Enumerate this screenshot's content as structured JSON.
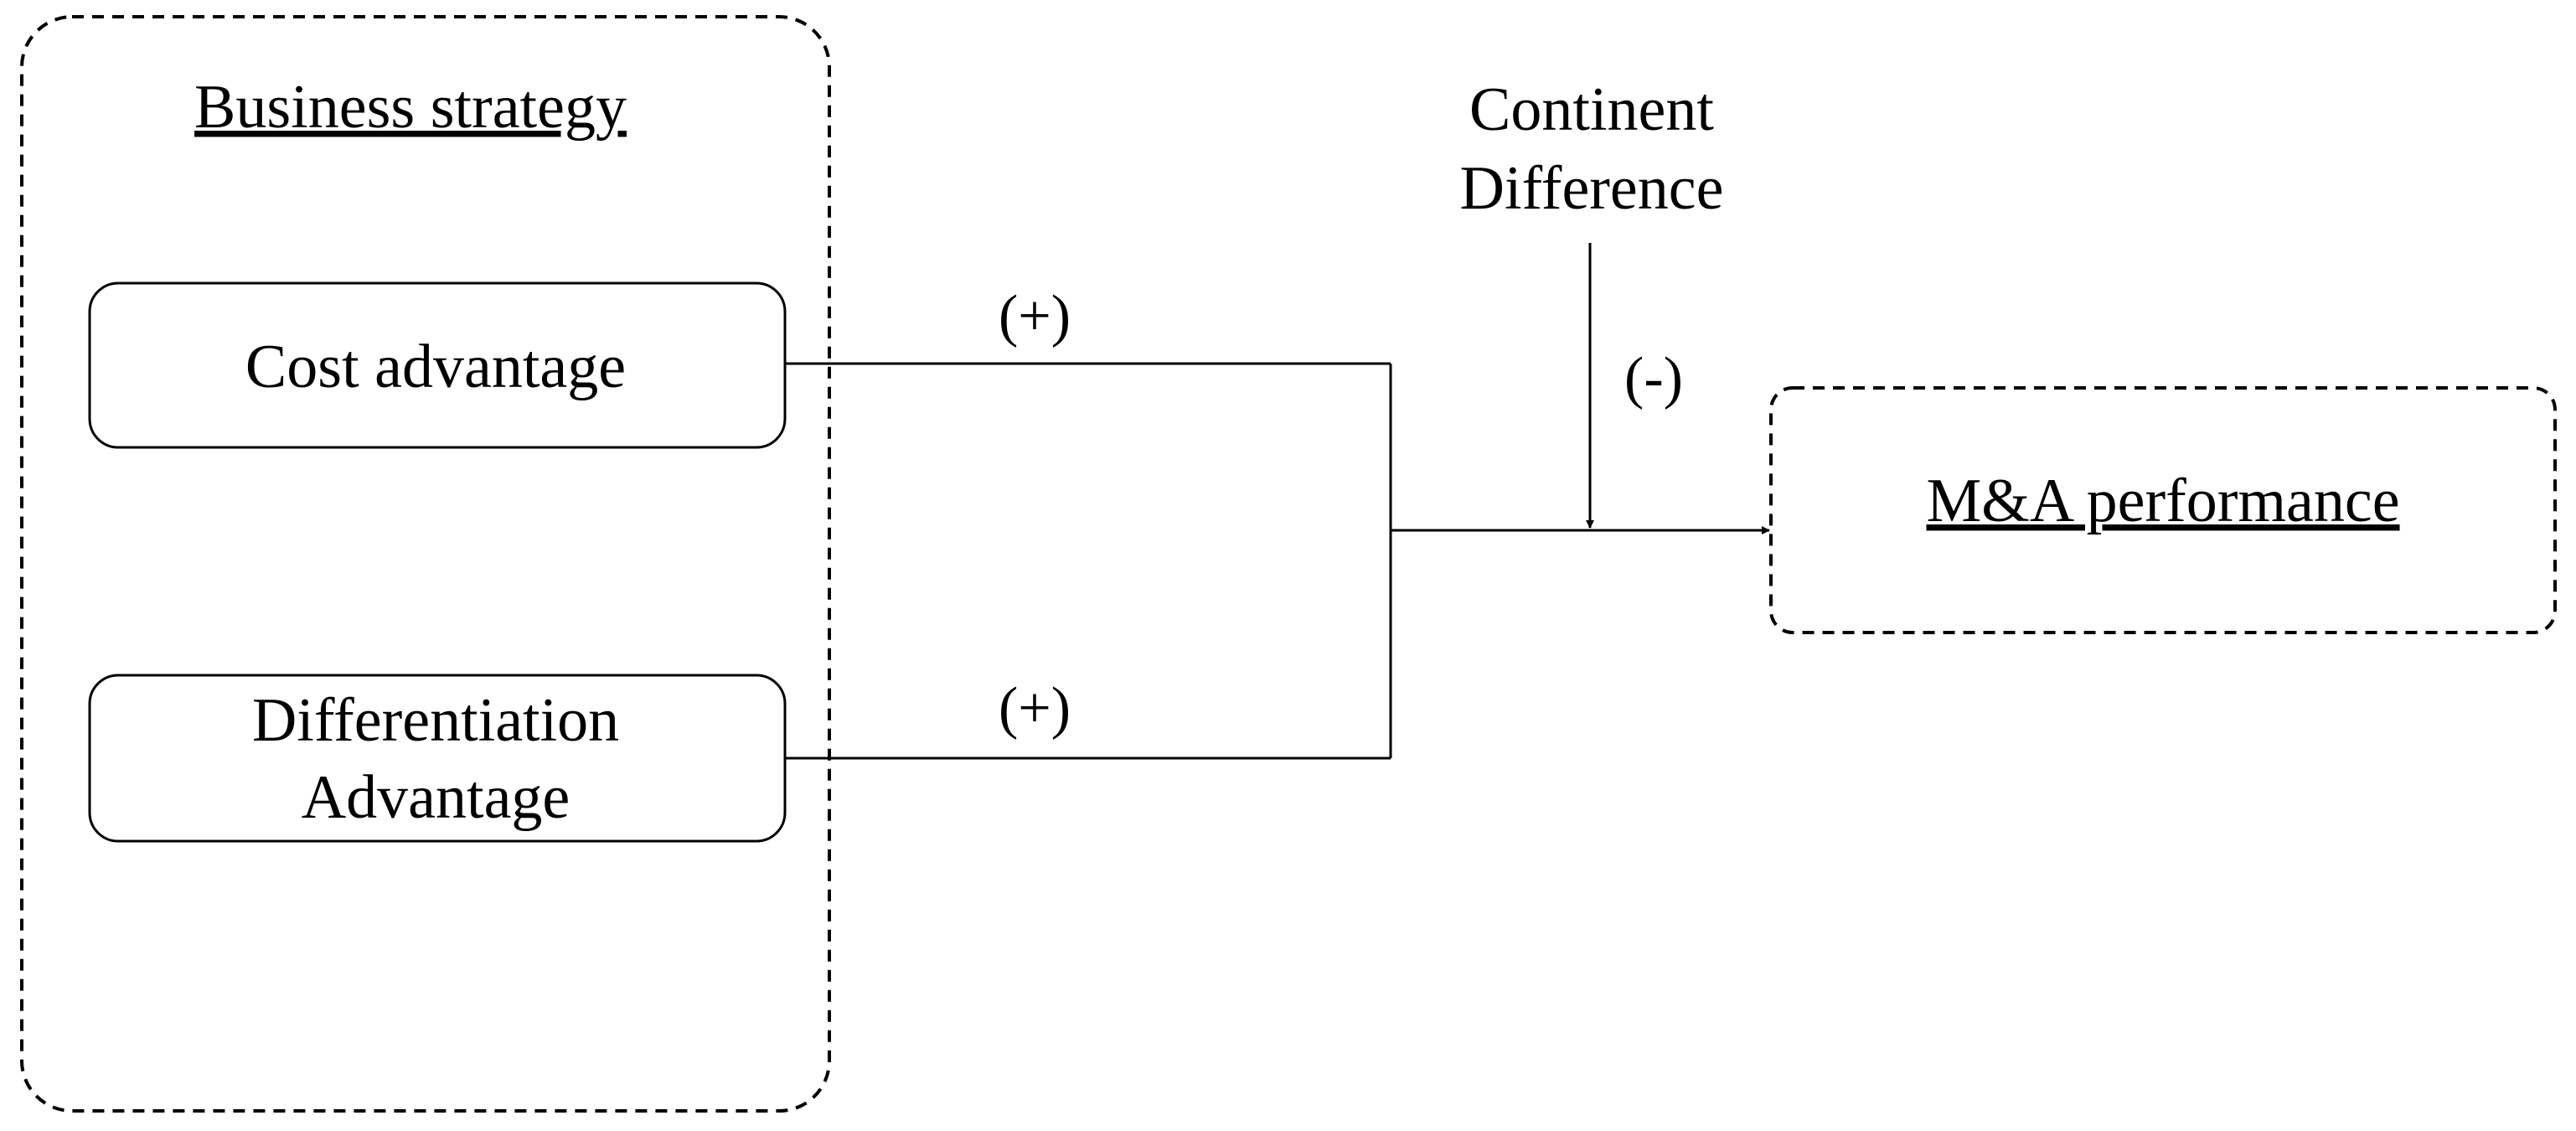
{
  "diagram": {
    "group": {
      "title": "Business strategy"
    },
    "nodes": {
      "cost": "Cost advantage",
      "diff_line1": "Differentiation",
      "diff_line2": "Advantage",
      "outcome": "M&A performance"
    },
    "moderator": {
      "line1": "Continent",
      "line2": "Difference"
    },
    "edges": {
      "cost_sign": "(+)",
      "diff_sign": "(+)",
      "moderator_sign": "(-)"
    }
  }
}
